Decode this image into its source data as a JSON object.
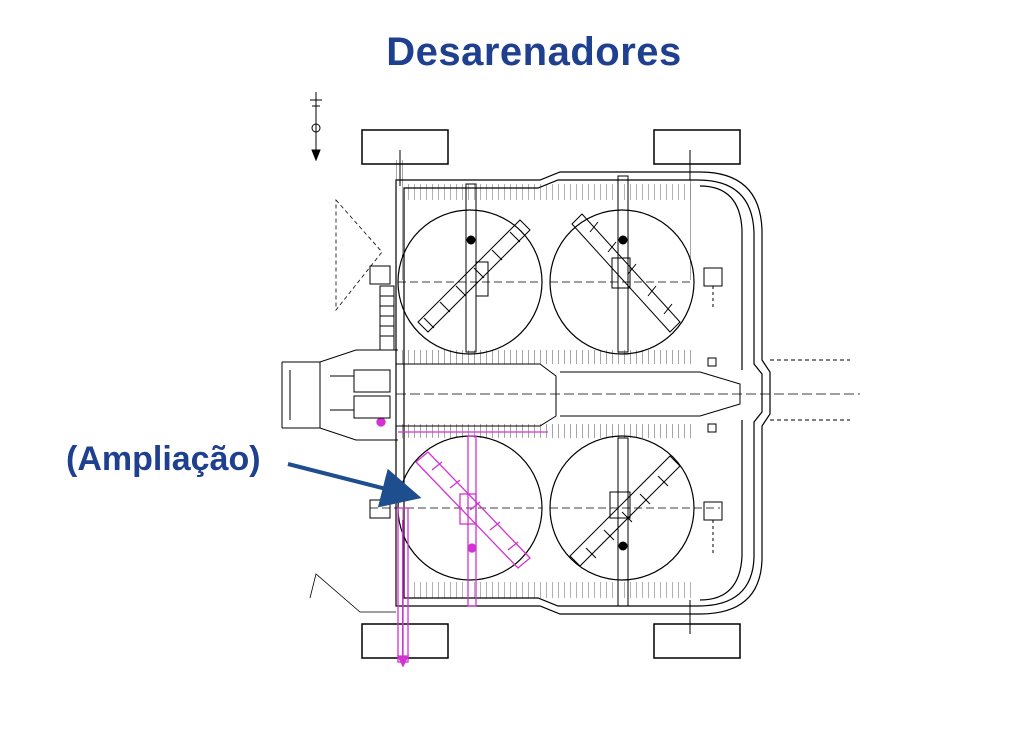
{
  "slide": {
    "title": "Desarenadores",
    "callout": "(Ampliação)"
  },
  "colors": {
    "title": "#1f3f8f",
    "drawing_lines": "#000000",
    "highlight": "#d233d2",
    "arrow": "#1f4e8f"
  },
  "icons": {
    "north_arrow": "compass-north-arrow"
  }
}
